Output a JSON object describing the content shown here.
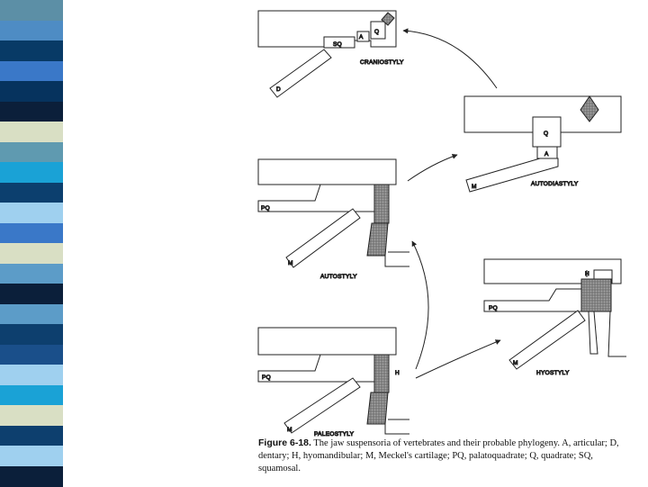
{
  "stripe_colors": [
    "#5c8fa6",
    "#4e8cc4",
    "#083a66",
    "#3a78c8",
    "#06335e",
    "#0b1f3a",
    "#d9dfc4",
    "#5f9ab0",
    "#1aa2d6",
    "#0c3f6e",
    "#9fd0ef",
    "#3a78c8",
    "#d9dfc4",
    "#5c9cc8",
    "#0b1f3a",
    "#5c9cc8",
    "#0d3f6e",
    "#1a4f8a",
    "#9fd0ef",
    "#1aa2d6",
    "#d9dfc4",
    "#0d3f6e",
    "#9fd0ef",
    "#0b1f3a"
  ],
  "panels": {
    "craniostyly": {
      "name": "CRANIOSTYLY",
      "sq": "SQ",
      "a": "A",
      "q": "Q",
      "d": "D"
    },
    "autodiastyly": {
      "name": "AUTODIASTYLY",
      "q": "Q",
      "a": "A",
      "m": "M"
    },
    "autostyly": {
      "name": "AUTOSTYLY",
      "pq": "PQ",
      "m": "M"
    },
    "hyostyly": {
      "name": "HYOSTYLY",
      "pq": "PQ",
      "m": "M",
      "h": "H"
    },
    "paleostyly": {
      "name": "PALEOSTYLY",
      "pq": "PQ",
      "m": "M",
      "h": "H"
    }
  },
  "caption": {
    "label": "Figure 6-18.",
    "text": "The jaw suspensoria of vertebrates and their probable phylogeny. A, articular; D, dentary; H, hyomandibular; M, Meckel's cartilage; PQ, palatoquadrate; Q, quadrate; SQ, squamosal."
  }
}
